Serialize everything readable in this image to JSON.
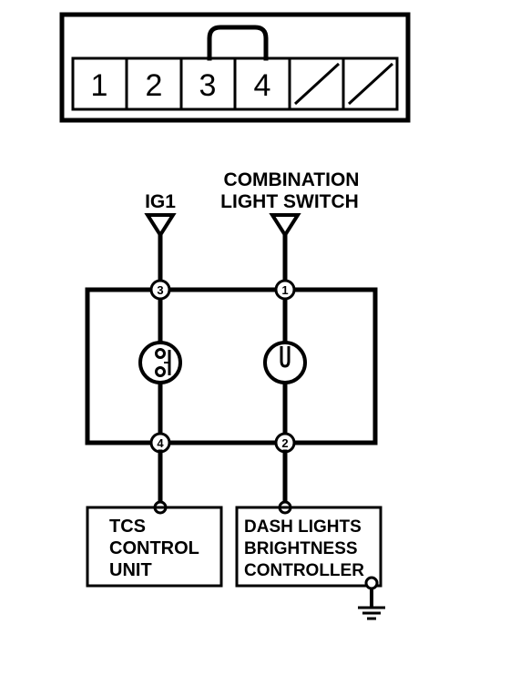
{
  "connector": {
    "pins": [
      "1",
      "2",
      "3",
      "4"
    ]
  },
  "sources": {
    "ig1": "IG1",
    "combination_line1": "COMBINATION",
    "combination_line2": "LIGHT SWITCH"
  },
  "terminals": {
    "t3": "3",
    "t1": "1",
    "t4": "4",
    "t2": "2"
  },
  "tcs_unit": {
    "line1": "TCS",
    "line2": "CONTROL",
    "line3": "UNIT"
  },
  "dash_controller": {
    "line1": "DASH LIGHTS",
    "line2": "BRIGHTNESS",
    "line3": "CONTROLLER"
  }
}
